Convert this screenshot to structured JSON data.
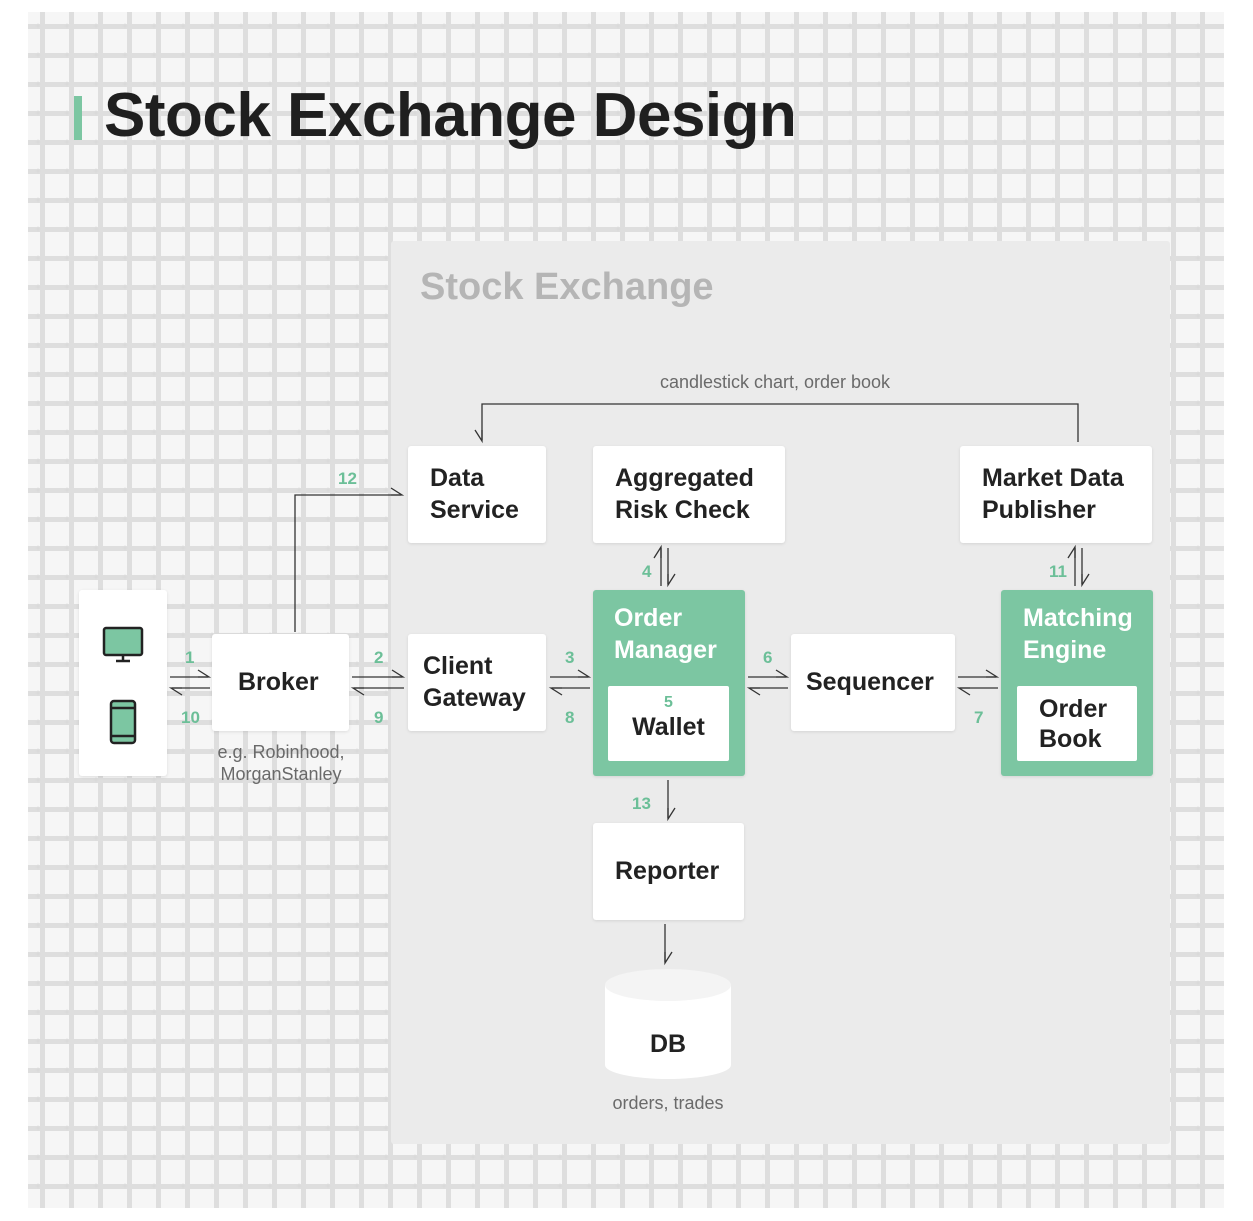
{
  "title": "Stock Exchange Design",
  "colors": {
    "accent": "#7cc6a2",
    "panel": "#ebebeb",
    "title": "#1f1f1f",
    "muted_title": "#b5b5b5",
    "number": "#6cbf98"
  },
  "exchange": {
    "title": "Stock Exchange"
  },
  "client": {
    "icons": [
      "desktop-monitor-icon",
      "mobile-phone-icon"
    ]
  },
  "components": {
    "broker": "Broker",
    "broker_note": "e.g. Robinhood,\nMorganStanley",
    "data_service": "Data\nService",
    "risk_check": "Aggregated\nRisk Check",
    "market_data_publisher": "Market Data\nPublisher",
    "client_gateway": "Client\nGateway",
    "order_manager": "Order\nManager",
    "wallet": "Wallet",
    "sequencer": "Sequencer",
    "matching_engine": "Matching\nEngine",
    "order_book": "Order\nBook",
    "reporter": "Reporter",
    "db": "DB",
    "db_note": "orders, trades",
    "feed_note": "candlestick chart, order book"
  },
  "steps": {
    "s1": "1",
    "s2": "2",
    "s3": "3",
    "s4": "4",
    "s5": "5",
    "s6": "6",
    "s7": "7",
    "s8": "8",
    "s9": "9",
    "s10": "10",
    "s11": "11",
    "s12": "12",
    "s13": "13"
  }
}
